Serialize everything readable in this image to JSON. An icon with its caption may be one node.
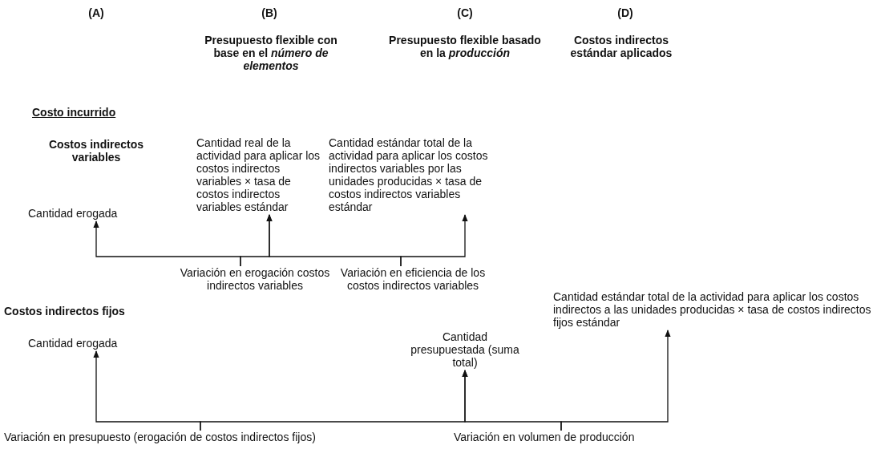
{
  "diagram": {
    "nodes": [
      {
        "text": [
          "Cantidad erogada"
        ]
      },
      {
        "text": [
          "Cantidad real de la actividad para aplicar los costos indirectos variables × tasa de costos indirectos variables estándar"
        ]
      },
      {
        "text": [
          "Cantidad estándar total de la actividad para aplicar los costos indirectos variables por las unidades producidas × tasa de costos indirectos variables estándar"
        ]
      },
      {
        "text": [
          "Variación en erogación costos indirectos variables"
        ]
      },
      {
        "text": [
          "Variación en eficiencia de los costos indirectos variables"
        ]
      },
      {
        "text": [
          "Cantidad erogada"
        ]
      },
      {
        "text": [
          "Cantidad presupuestada (suma total)"
        ]
      },
      {
        "text": [
          "Cantidad estándar total de la actividad para aplicar los costos indirectos a las unidades producidas × tasa de costos indirectos fijos estándar"
        ]
      },
      {
        "text": [
          "Variación en presupuesto (erogación de costos indirectos fijos)"
        ]
      },
      {
        "text": [
          "Variación en volumen de producción"
        ]
      }
    ],
    "edges": [
      {
        "from": 3,
        "to": 0,
        "arrow": "to"
      },
      {
        "from": 3,
        "to": 1,
        "arrow": "to"
      },
      {
        "from": 4,
        "to": 1,
        "arrow": "to"
      },
      {
        "from": 4,
        "to": 2,
        "arrow": "to"
      },
      {
        "from": 8,
        "to": 5,
        "arrow": "to"
      },
      {
        "from": 8,
        "to": 6,
        "arrow": "to"
      },
      {
        "from": 9,
        "to": 6,
        "arrow": "to"
      },
      {
        "from": 9,
        "to": 7,
        "arrow": "to"
      }
    ],
    "labels": [
      "(A)",
      "(B)",
      "(C)",
      "(D)",
      "Presupuesto flexible con base en el *número de elementos*",
      "Presupuesto flexible basado en la *producción*",
      "Costos indirectos estándar aplicados",
      "Costo incurrido",
      "Costos indirectos variables",
      "Costos indirectos fijos"
    ]
  }
}
